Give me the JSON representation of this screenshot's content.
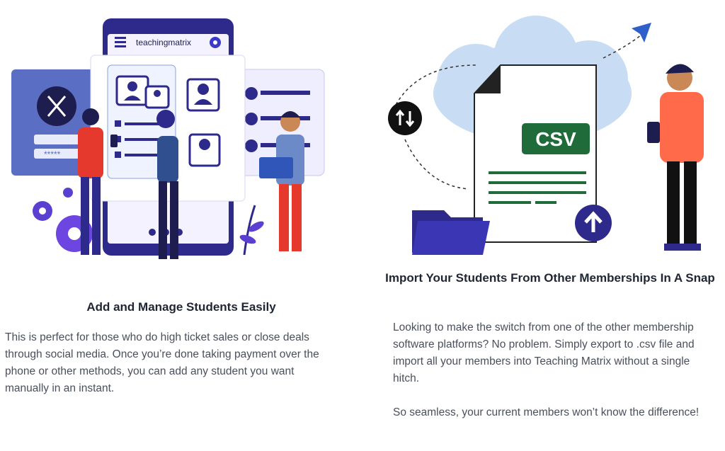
{
  "features": [
    {
      "title": "Add and Manage Students Easily",
      "paragraphs": [
        "This is perfect for those who do high ticket sales or close deals through social media.  Once you’re done taking payment over the phone or other methods, you can add any student you want manually in an instant."
      ],
      "illustration": {
        "app_logo_text": "teachingmatrix",
        "password_mask": "*****",
        "icons": [
          "menu-icon",
          "gear-icon",
          "logo-x-icon",
          "user-card-icon"
        ]
      }
    },
    {
      "title": "Import Your Students From Other Memberships In A Snap",
      "paragraphs": [
        "Looking to make the switch from one of the other membership software platforms?  No problem.  Simply export to .csv file and import all your members into Teaching Matrix without a single hitch.",
        "So seamless, your current members won’t know the difference!"
      ],
      "illustration": {
        "file_badge_text": "CSV",
        "icons": [
          "cloud-icon",
          "transfer-arrows-icon",
          "upload-arrow-icon",
          "paper-plane-icon",
          "folder-icon"
        ]
      }
    }
  ],
  "colors": {
    "navy": "#2e2a8c",
    "purple": "#5b3fd1",
    "green": "#1f6b3a",
    "orange": "#ff6a4a",
    "red": "#e5392e",
    "sky": "#b9d3ef"
  }
}
